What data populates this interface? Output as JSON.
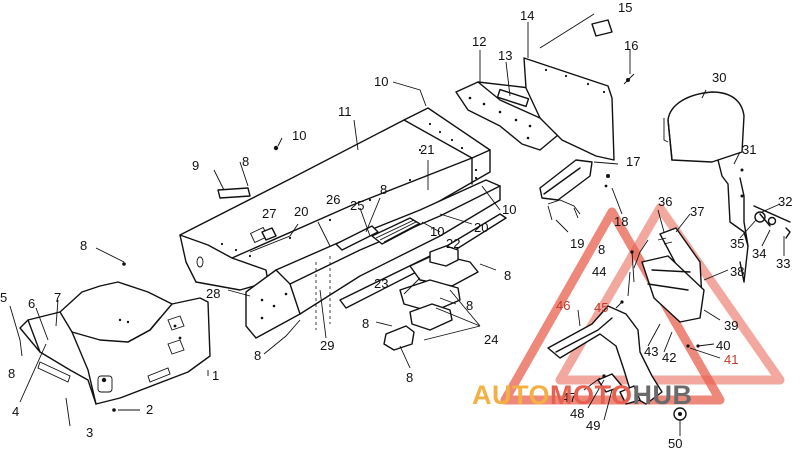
{
  "callouts": [
    {
      "id": "c1",
      "text": "1"
    },
    {
      "id": "c2",
      "text": "2"
    },
    {
      "id": "c3",
      "text": "3"
    },
    {
      "id": "c4",
      "text": "4"
    },
    {
      "id": "c5",
      "text": "5"
    },
    {
      "id": "c6",
      "text": "6"
    },
    {
      "id": "c7",
      "text": "7"
    },
    {
      "id": "c8a",
      "text": "8"
    },
    {
      "id": "c8b",
      "text": "8"
    },
    {
      "id": "c8c",
      "text": "8"
    },
    {
      "id": "c8d",
      "text": "8"
    },
    {
      "id": "c8e",
      "text": "8"
    },
    {
      "id": "c8f",
      "text": "8"
    },
    {
      "id": "c8g",
      "text": "8"
    },
    {
      "id": "c8h",
      "text": "8"
    },
    {
      "id": "c8i",
      "text": "8"
    },
    {
      "id": "c8j",
      "text": "8"
    },
    {
      "id": "c9",
      "text": "9"
    },
    {
      "id": "c10a",
      "text": "10"
    },
    {
      "id": "c10b",
      "text": "10"
    },
    {
      "id": "c10c",
      "text": "10"
    },
    {
      "id": "c10d",
      "text": "10"
    },
    {
      "id": "c11",
      "text": "11"
    },
    {
      "id": "c12",
      "text": "12"
    },
    {
      "id": "c13",
      "text": "13"
    },
    {
      "id": "c14",
      "text": "14"
    },
    {
      "id": "c15",
      "text": "15"
    },
    {
      "id": "c16",
      "text": "16"
    },
    {
      "id": "c17",
      "text": "17"
    },
    {
      "id": "c18",
      "text": "18"
    },
    {
      "id": "c19",
      "text": "19"
    },
    {
      "id": "c20a",
      "text": "20"
    },
    {
      "id": "c20b",
      "text": "20"
    },
    {
      "id": "c21",
      "text": "21"
    },
    {
      "id": "c22",
      "text": "22"
    },
    {
      "id": "c23",
      "text": "23"
    },
    {
      "id": "c24",
      "text": "24"
    },
    {
      "id": "c25",
      "text": "25"
    },
    {
      "id": "c26",
      "text": "26"
    },
    {
      "id": "c27",
      "text": "27"
    },
    {
      "id": "c28",
      "text": "28"
    },
    {
      "id": "c29",
      "text": "29"
    },
    {
      "id": "c30",
      "text": "30"
    },
    {
      "id": "c31",
      "text": "31"
    },
    {
      "id": "c32",
      "text": "32"
    },
    {
      "id": "c33",
      "text": "33"
    },
    {
      "id": "c34",
      "text": "34"
    },
    {
      "id": "c35",
      "text": "35"
    },
    {
      "id": "c36",
      "text": "36"
    },
    {
      "id": "c37",
      "text": "37"
    },
    {
      "id": "c38",
      "text": "38"
    },
    {
      "id": "c39",
      "text": "39"
    },
    {
      "id": "c40",
      "text": "40"
    },
    {
      "id": "c41",
      "text": "41"
    },
    {
      "id": "c42",
      "text": "42"
    },
    {
      "id": "c43",
      "text": "43"
    },
    {
      "id": "c44",
      "text": "44"
    },
    {
      "id": "c45",
      "text": "45"
    },
    {
      "id": "c46",
      "text": "46"
    },
    {
      "id": "c47",
      "text": "47"
    },
    {
      "id": "c48",
      "text": "48"
    },
    {
      "id": "c49",
      "text": "49"
    },
    {
      "id": "c50",
      "text": "50"
    }
  ],
  "watermark": {
    "part1": "AUTO",
    "part2": "MOTO",
    "part3": "HUB",
    "color_a": "#f3b044",
    "color_b": "#e8604f",
    "color_c": "#6a6a6a"
  },
  "colors": {
    "ink": "#111111",
    "background": "#ffffff"
  }
}
